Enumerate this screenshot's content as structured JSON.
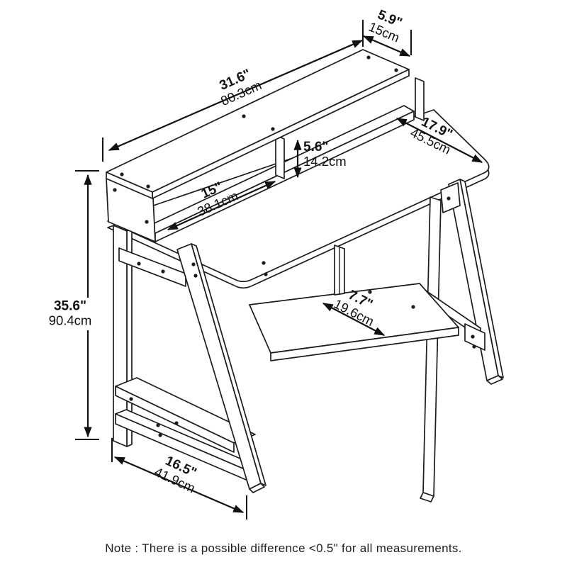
{
  "drawing": {
    "subject": "desk-with-hutch-dimension-diagram",
    "line_color": "#1c1c1c"
  },
  "dims": {
    "hutch_top_depth": {
      "in": "5.9\"",
      "cm": "15cm"
    },
    "hutch_width": {
      "in": "31.6\"",
      "cm": "80.3cm"
    },
    "desktop_depth": {
      "in": "17.9\"",
      "cm": "45.5cm"
    },
    "hutch_height": {
      "in": "5.6\"",
      "cm": "14.2cm"
    },
    "cubby_width": {
      "in": "15\"",
      "cm": "38.1cm"
    },
    "overall_height": {
      "in": "35.6\"",
      "cm": "90.4cm"
    },
    "shelf_depth": {
      "in": "7.7\"",
      "cm": "19.6cm"
    },
    "base_depth": {
      "in": "16.5\"",
      "cm": "41.9cm"
    }
  },
  "note": "Note : There is a possible difference <0.5\" for all measurements."
}
